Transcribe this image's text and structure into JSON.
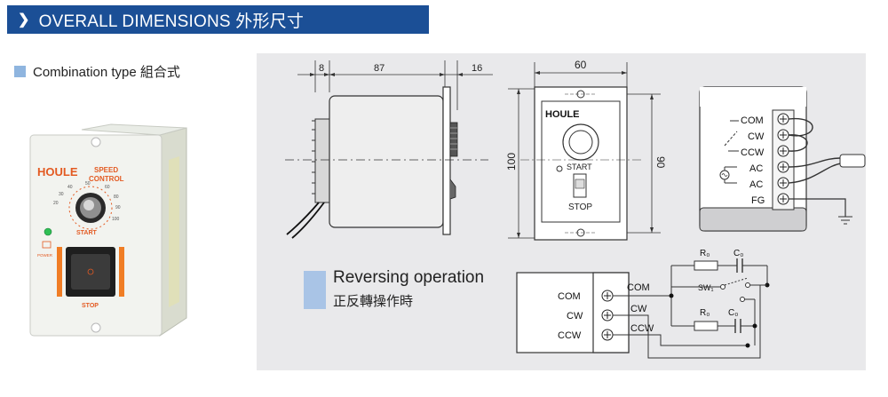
{
  "header": {
    "chevron": "❯",
    "title": "OVERALL DIMENSIONS 外形尺寸"
  },
  "combination": {
    "label": "Combination type 組合式"
  },
  "photo": {
    "brand": "HOULE",
    "product_line1": "SPEED",
    "product_line2": "CONTROL",
    "start_label": "START",
    "power_label": "POWER",
    "stop_label": "STOP",
    "scale": [
      "20",
      "30",
      "40",
      "50",
      "60",
      "80",
      "90",
      "100"
    ]
  },
  "side_view": {
    "dim_left": "8",
    "dim_middle": "87",
    "dim_right": "16"
  },
  "front_view": {
    "brand": "HOULE",
    "dim_width": "60",
    "dim_height_outer": "100",
    "dim_height_inner": "90",
    "start_label": "START",
    "stop_label": "STOP"
  },
  "terminal_block": {
    "labels": [
      "COM",
      "CW",
      "CCW",
      "AC",
      "AC",
      "FG"
    ]
  },
  "reversing": {
    "title": "Reversing operation",
    "subtitle": "正反轉操作時",
    "block_labels": [
      "COM",
      "CW",
      "CCW"
    ],
    "wire_labels": [
      "COM",
      "CW",
      "CCW"
    ],
    "r_top": "R₀",
    "c_top": "C₀",
    "sw": "SW₁",
    "r_bottom": "R₀",
    "c_bottom": "C₀"
  }
}
